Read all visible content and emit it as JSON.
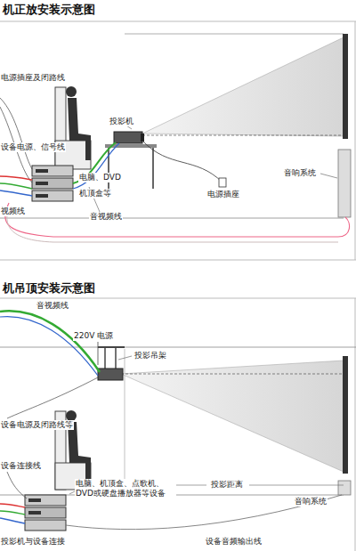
{
  "diagram": {
    "labels": [
      "机正放安装示意图",
      "电源插座及闭路线",
      "设备电源、信号线",
      "视频线",
      "投影机",
      "电脑、DVD",
      "机顶盒等",
      "音视频线",
      "电源插座",
      "音响系统",
      "机吊顶安装示意图",
      "音视频线",
      "220V 电源",
      "投影吊架",
      "设备电源及闭路线等",
      "设备连接线",
      "电脑、机顶盒、点歌机、 DVD或硬盘播放器等设备",
      "投影距离",
      "音响系统",
      "投影机与设备连接",
      "设备音频输出线"
    ]
  }
}
